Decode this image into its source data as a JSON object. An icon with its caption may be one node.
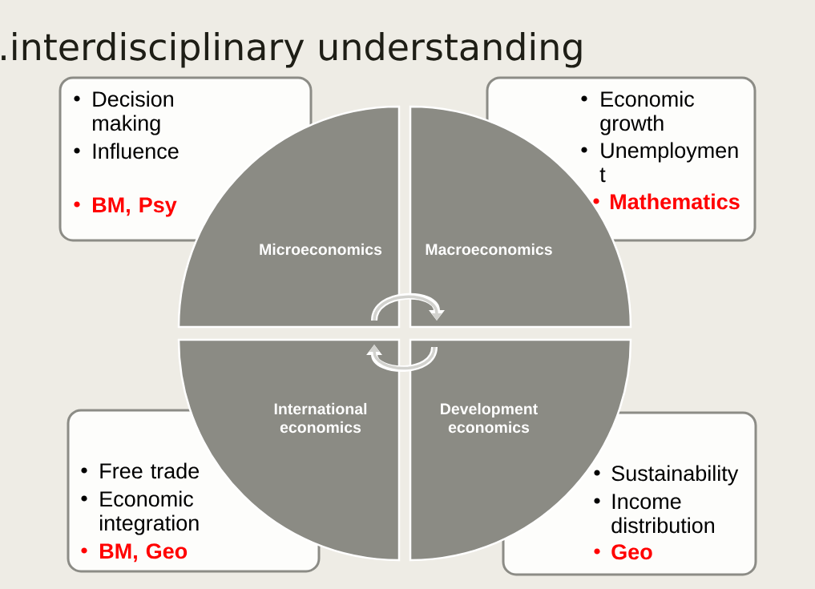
{
  "diagram": {
    "title": ".interdisciplinary understanding",
    "nodes": [
      {
        "text": [
          "Decision making",
          "Influence",
          "BM, Psy"
        ]
      },
      {
        "text": [
          "Economic growth",
          "Unemploymen t",
          "Mathematics"
        ]
      },
      {
        "text": [
          "Microeconomics"
        ]
      },
      {
        "text": [
          "Macroeconomics"
        ]
      },
      {
        "text": [
          "International economics"
        ]
      },
      {
        "text": [
          "Development economics"
        ]
      },
      {
        "text": [
          "Free trade",
          "Economic integration",
          "BM, Geo"
        ]
      },
      {
        "text": [
          "Sustainability",
          "Income distribution",
          "Geo"
        ]
      }
    ],
    "edges": [
      {
        "from": 2,
        "to": 3,
        "arrow": "to"
      },
      {
        "from": 5,
        "to": 4,
        "arrow": "to"
      }
    ]
  }
}
